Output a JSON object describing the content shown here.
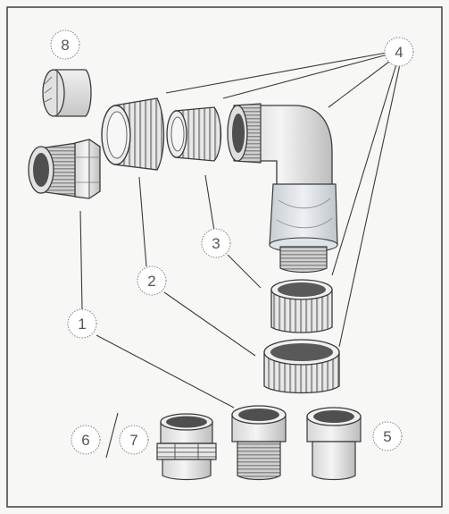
{
  "callouts": {
    "c1": "1",
    "c2": "2",
    "c3": "3",
    "c4": "4",
    "c5": "5",
    "c6": "6",
    "c7": "7",
    "c8": "8"
  },
  "colors": {
    "frame": "#4a4a4a",
    "line": "#3a3a3a",
    "part_light": "#e6e6e6",
    "part_mid": "#c4c4c4",
    "part_dark": "#4f4f4f",
    "gasket_dark": "#595959",
    "clear_body": "#d9dde2",
    "callout_ring": "#8a8a8a"
  }
}
